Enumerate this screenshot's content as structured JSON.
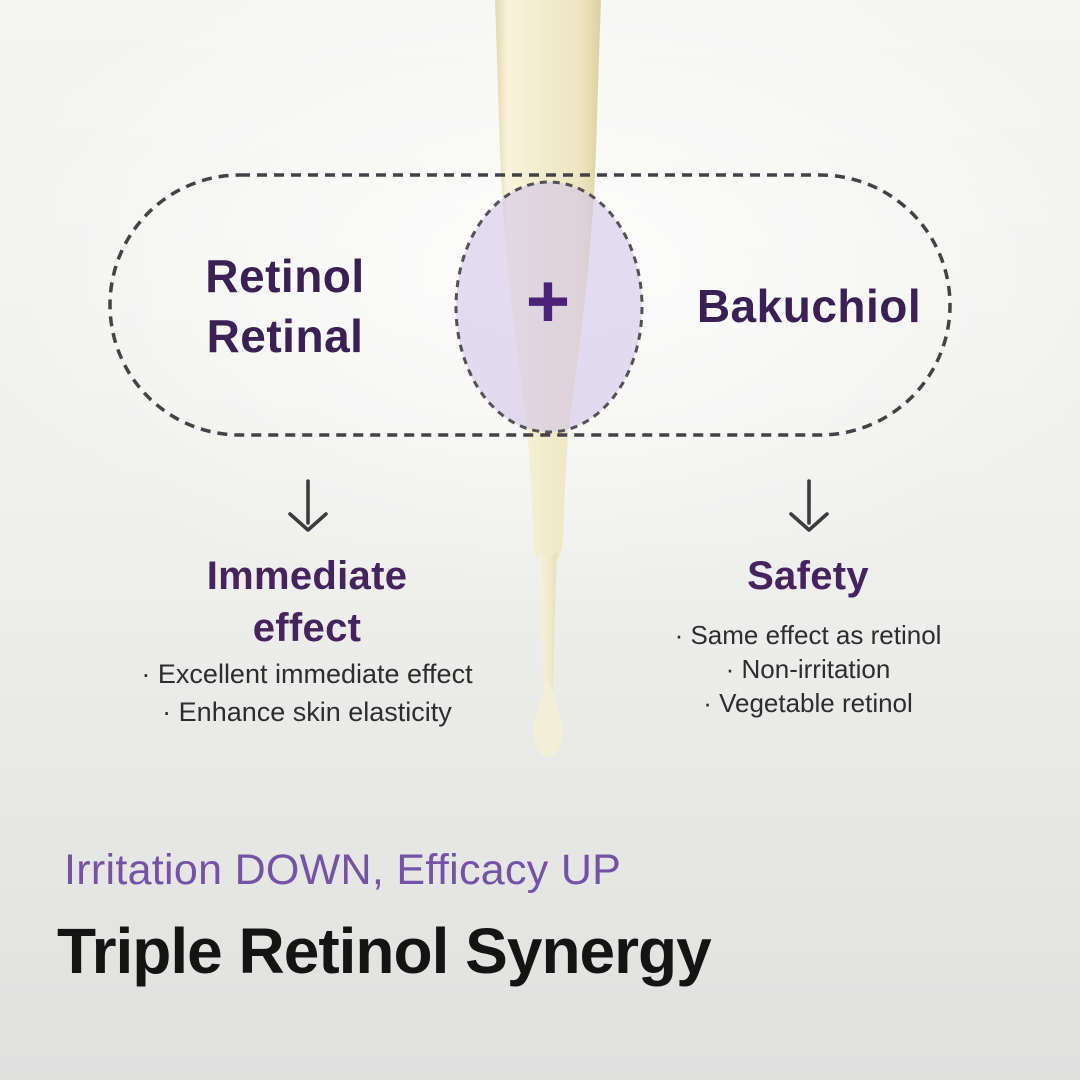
{
  "theme": {
    "bg_top": "#f5f5f3",
    "bg_bottom": "#e0e0df",
    "purple_dark": "#3b2153",
    "purple_heading": "#45245e",
    "plus_color": "#4b2277",
    "purple_accent": "#7452a6",
    "text_dark": "#2d2d2f",
    "title_color": "#141414",
    "arrow_color": "#3c3c40",
    "capsule_dash_color": "#434347",
    "ellipse_dash_color": "#515156",
    "ellipse_fill": "rgba(212,198,230,0.62)",
    "serum_color": "#f2ecce"
  },
  "diagram": {
    "left_label_line1": "Retinol",
    "left_label_line2": "Retinal",
    "plus_sign": "+",
    "right_label": "Bakuchiol"
  },
  "left_column": {
    "heading_line1": "Immediate",
    "heading_line2": "effect",
    "bullets": [
      "· Excellent immediate effect",
      "· Enhance skin elasticity"
    ]
  },
  "right_column": {
    "heading": "Safety",
    "bullets": [
      "· Same effect as retinol",
      "· Non-irritation",
      "· Vegetable retinol"
    ]
  },
  "footer": {
    "subtitle": "Irritation DOWN, Efficacy UP",
    "title": "Triple Retinol Synergy"
  }
}
